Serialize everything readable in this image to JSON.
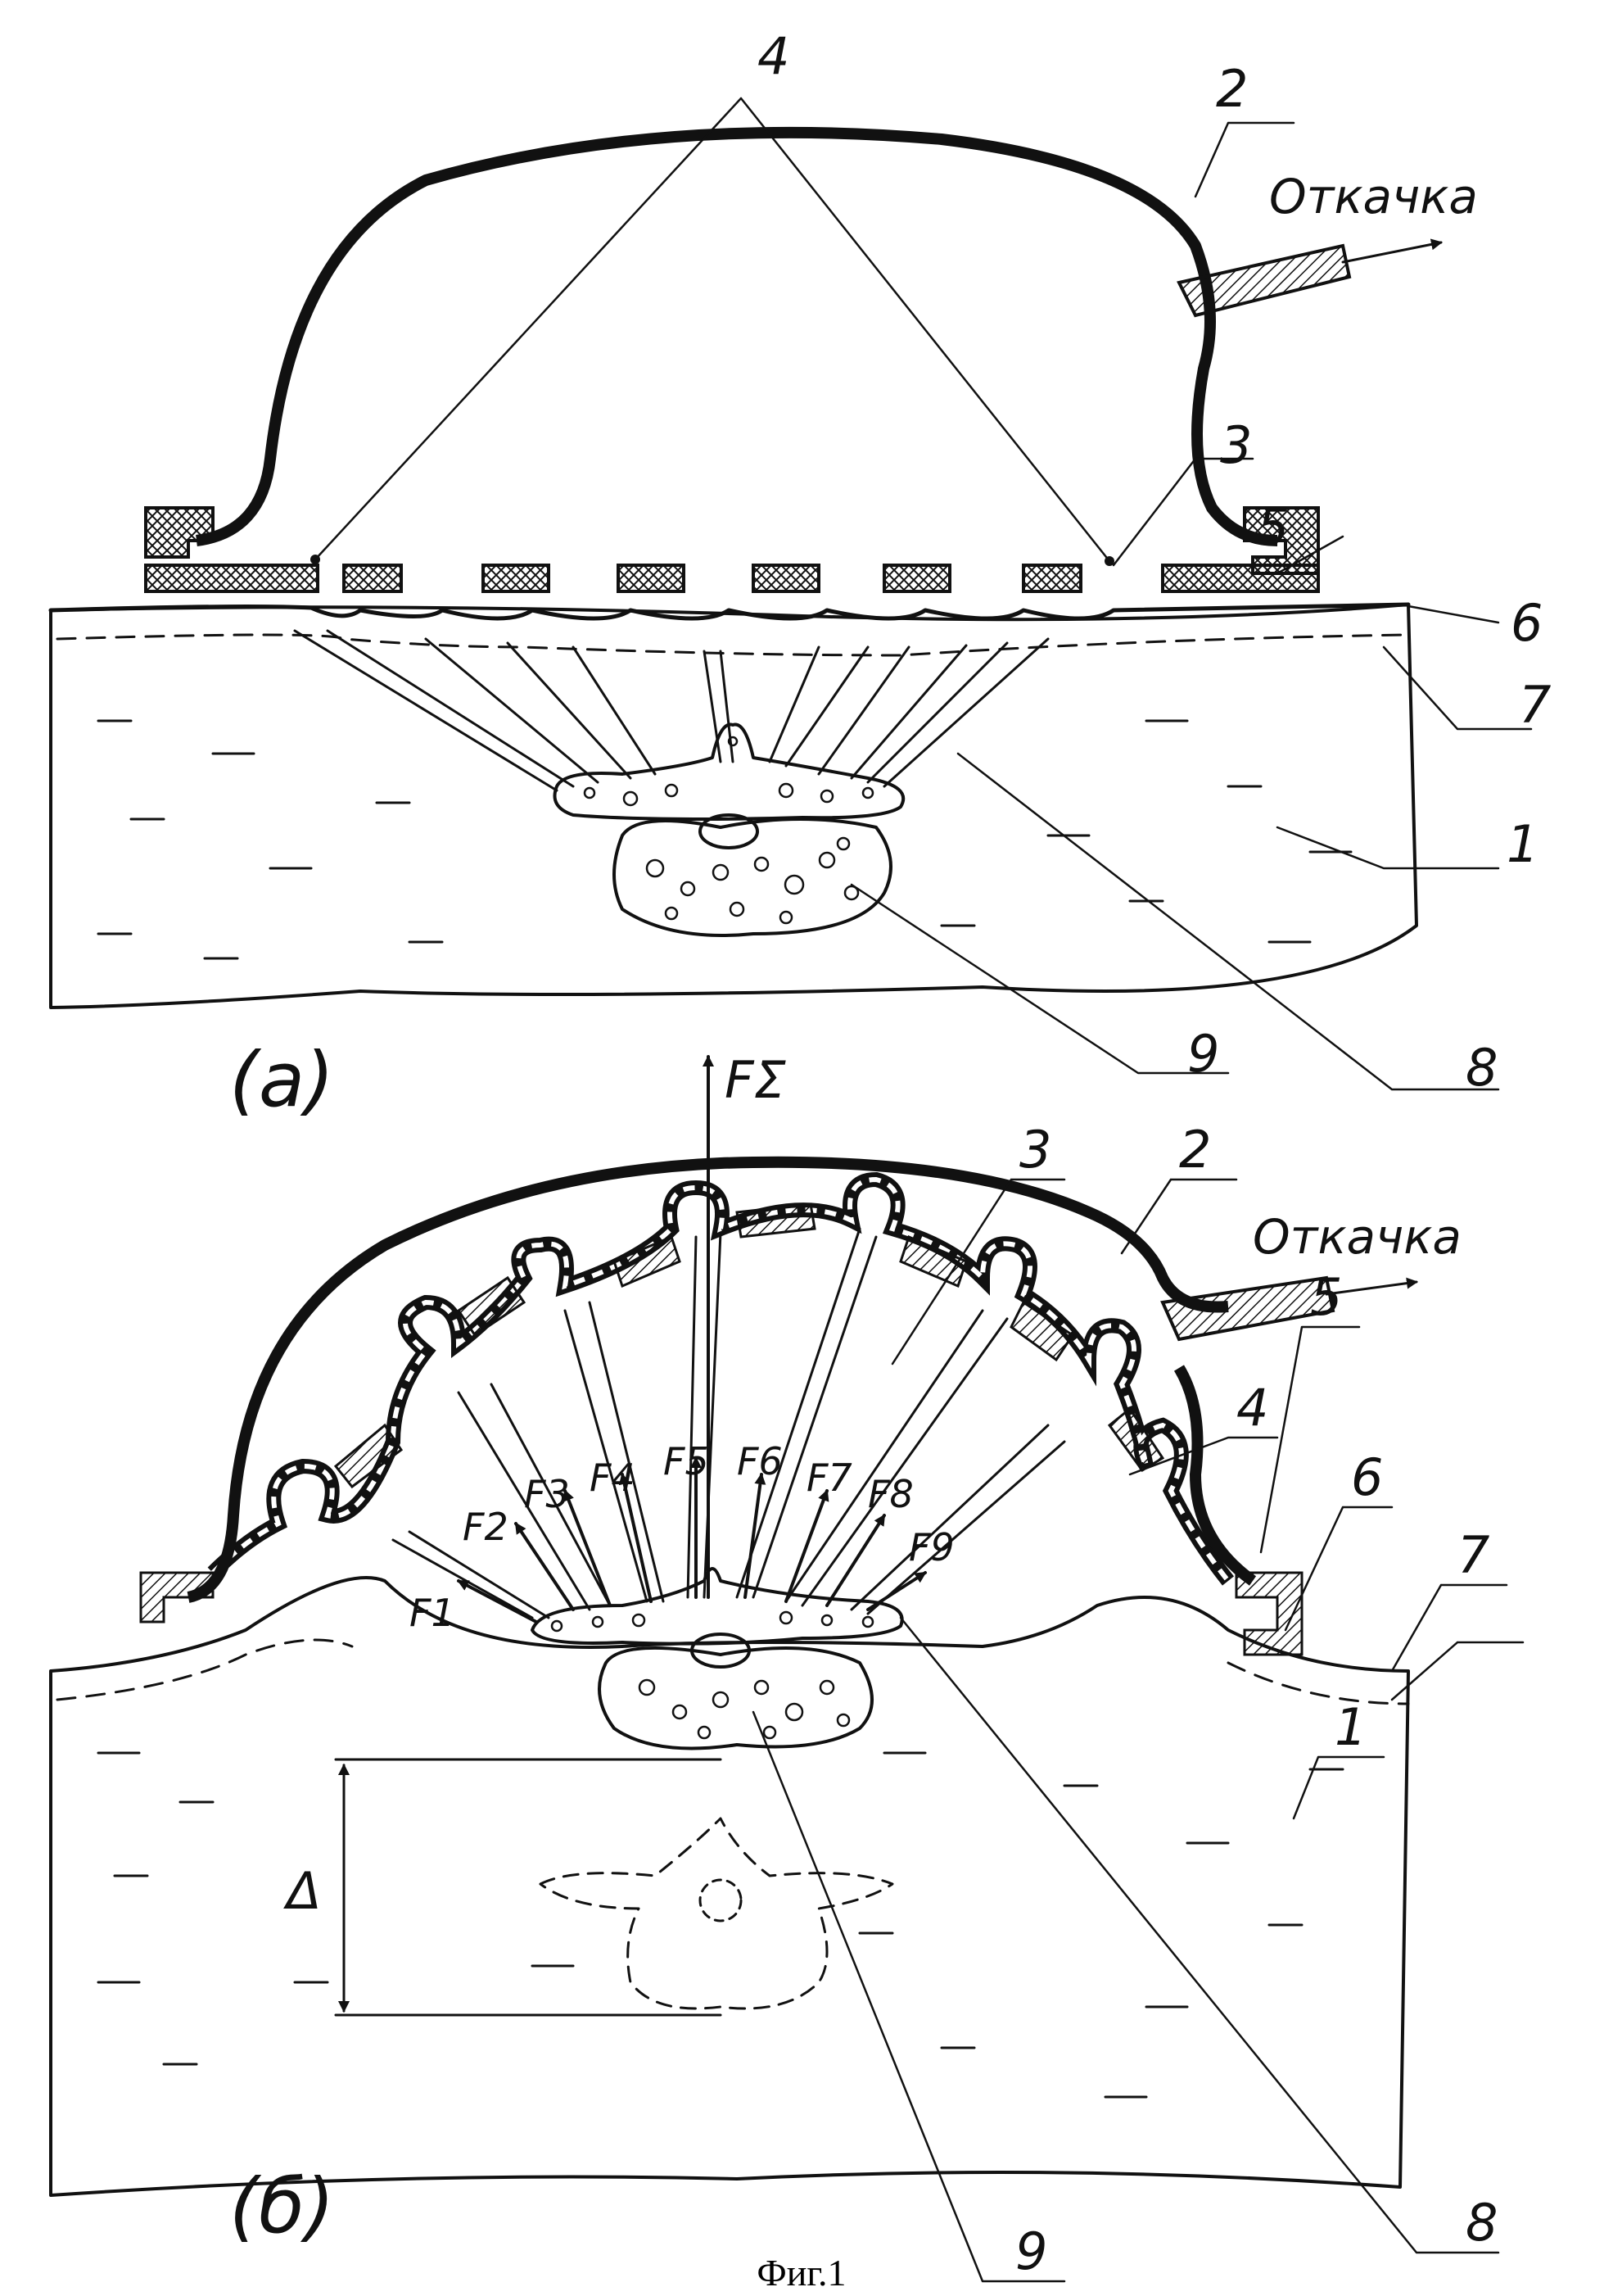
{
  "figure_caption": "Фиг.1",
  "pump_label": "Откачка",
  "panels": [
    {
      "id": "a",
      "label": "(а)",
      "callouts": [
        "4",
        "2",
        "3",
        "5",
        "6",
        "7",
        "1",
        "9",
        "8"
      ]
    },
    {
      "id": "b",
      "label": "(б)",
      "callouts": [
        "3",
        "2",
        "5",
        "4",
        "6",
        "7",
        "1",
        "9",
        "8"
      ],
      "resultant_force": "FΣ",
      "forces": [
        "F1",
        "F2",
        "F3",
        "F4",
        "F5",
        "F6",
        "F7",
        "F8",
        "F9"
      ],
      "displacement_label": "Δ"
    }
  ],
  "colors": {
    "ink": "#111111",
    "background": "#ffffff"
  }
}
